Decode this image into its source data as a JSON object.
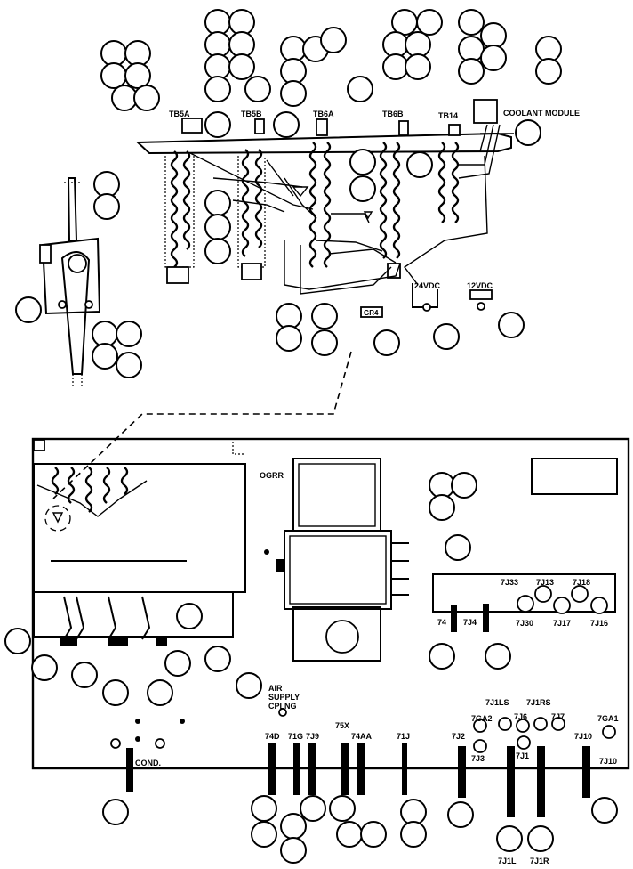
{
  "labels": {
    "tb5a_1": "TB5A",
    "tb5b_1": "TB5B",
    "tb6a": "TB6A",
    "tb6b": "TB6B",
    "tb14": "TB14",
    "coolant_module": "COOLANT MODULE",
    "v24": "24VDC",
    "v12": "12VDC",
    "gr4": "GR4",
    "ogrr": "OGRR",
    "air_supply": "AIR",
    "air_supply2": "SUPPLY",
    "air_supply3": "CPLNG",
    "cond": "COND.",
    "c74d": "74D",
    "c71g": "71G",
    "c7j9": "7J9",
    "c75x": "75X",
    "c74aa": "74AA",
    "c71j": "71J",
    "c7j2": "7J2",
    "c7j3": "7J3",
    "c7ga2": "7GA2",
    "c7j1ls": "7J1LS",
    "c7j6": "7J6",
    "c7j1rs": "7J1RS",
    "c7j7": "7J7",
    "c7j1": "7J1",
    "c7ga1": "7GA1",
    "c7j10a": "7J10",
    "c7j10b": "7J10",
    "c7j1l": "7J1L",
    "c7j1r": "7J1R",
    "c7j33": "7J33",
    "c7j13": "7J13",
    "c7j18": "7J18",
    "c7j30": "7J30",
    "c7j17": "7J17",
    "c7j16": "7J16",
    "c74": "74",
    "c7j4": "7J4"
  }
}
